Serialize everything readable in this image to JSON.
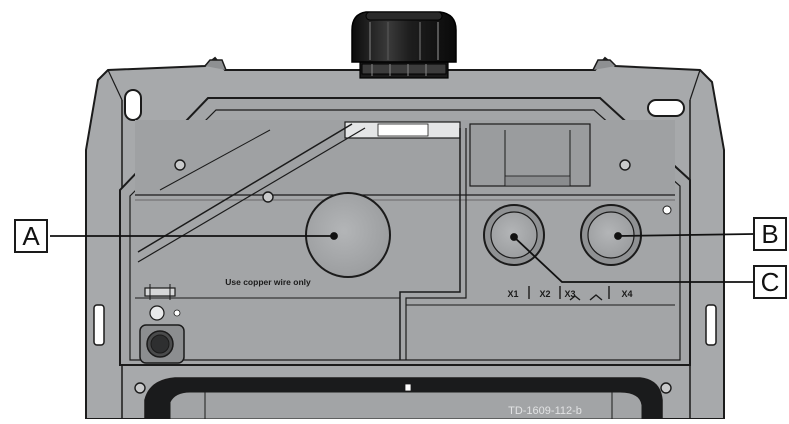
{
  "callouts": {
    "a": "A",
    "b": "B",
    "c": "C"
  },
  "device": {
    "wire_notice": "Use copper wire only",
    "terminals": {
      "x1": "X1",
      "x2": "X2",
      "x3": "X3",
      "x4": "X4"
    }
  },
  "drawing_code": "TD-1609-112-b",
  "colors": {
    "housing": "#a7a9ab",
    "housing_dark": "#8e9092",
    "outline": "#1b1b1b",
    "cable_gland": "#151515",
    "background": "#ffffff"
  }
}
